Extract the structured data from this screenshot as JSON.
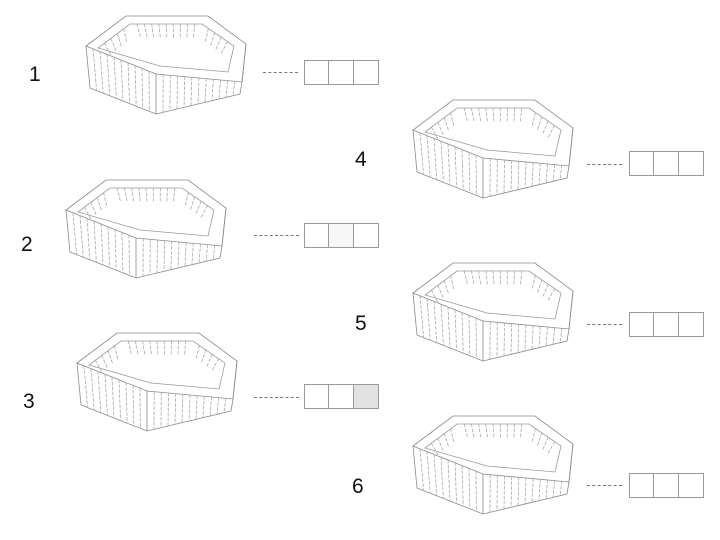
{
  "items": [
    {
      "label": "1",
      "boxes": [
        "empty",
        "empty",
        "empty"
      ]
    },
    {
      "label": "2",
      "boxes": [
        "empty",
        "faint",
        "empty"
      ]
    },
    {
      "label": "3",
      "boxes": [
        "empty",
        "empty",
        "filled"
      ]
    },
    {
      "label": "4",
      "boxes": [
        "empty",
        "empty",
        "empty"
      ]
    },
    {
      "label": "5",
      "boxes": [
        "empty",
        "empty",
        "empty"
      ]
    },
    {
      "label": "6",
      "boxes": [
        "empty",
        "empty",
        "empty"
      ]
    }
  ],
  "colors": {
    "stroke": "#8a8a8a",
    "filled_box": "#e2e2e2"
  },
  "icon": "hexagonal-basket-icon"
}
